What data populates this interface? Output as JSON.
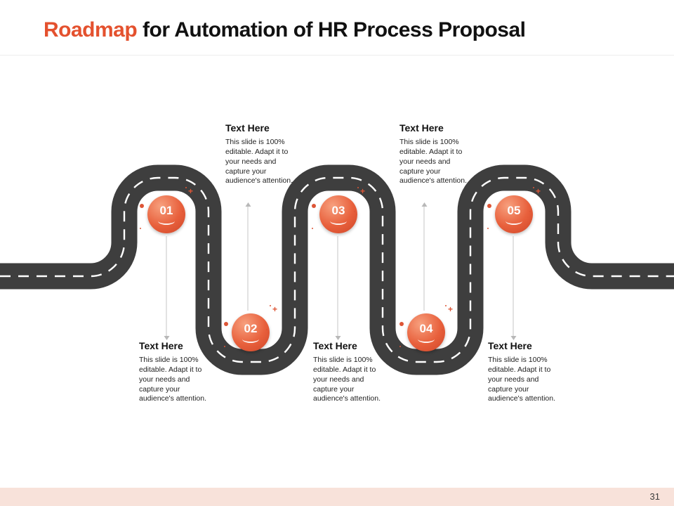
{
  "slide": {
    "title": {
      "highlight": "Roadmap",
      "rest": " for Automation of HR Process Proposal"
    },
    "page_number": "31"
  },
  "colors": {
    "accent": "#E4512E",
    "road": "#3E3E3E",
    "road_dash": "#FFFFFF",
    "marker_gradient_start": "#F7A07E",
    "marker_gradient_end": "#CE4528",
    "arrow": "#C6C6C6",
    "footer_bar": "#F8E2DA"
  },
  "milestones": [
    {
      "number": "01",
      "row": "top",
      "heading": "Text Here",
      "body": "This slide is 100% editable. Adapt it to your needs and capture your audience's attention."
    },
    {
      "number": "02",
      "row": "bottom",
      "heading": "Text Here",
      "body": "This slide is 100% editable. Adapt it to your needs and capture your audience's attention."
    },
    {
      "number": "03",
      "row": "top",
      "heading": "Text Here",
      "body": "This slide is 100% editable. Adapt it to your needs and capture your audience's attention."
    },
    {
      "number": "04",
      "row": "bottom",
      "heading": "Text Here",
      "body": "This slide is 100% editable. Adapt it to your needs and capture your audience's attention."
    },
    {
      "number": "05",
      "row": "top",
      "heading": "Text Here",
      "body": "This slide is 100% editable. Adapt it to your needs and capture your audience's attention."
    }
  ]
}
